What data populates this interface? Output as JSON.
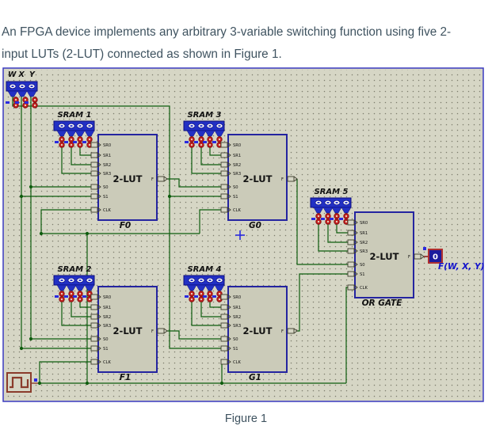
{
  "intro": {
    "text": "An FPGA device implements any arbitrary 3-variable switching function using five 2-input LUTs (2-LUT) connected as shown in Figure 1."
  },
  "caption": "Figure 1",
  "colors": {
    "canvas": "#d6d6c5",
    "grid_dot": "#7c7c6c",
    "border_blue": "#3a3ac0",
    "wire_green": "#0d5c0d",
    "block_fill": "#cbcbb9",
    "block_border": "#2424a0",
    "strip_blue": "#2230c4",
    "strip_border": "#0d0d7a",
    "pin_red": "#c42020",
    "pin_red_dark": "#801010",
    "pin_hole": "#e6dcc6",
    "terminal_outline": "#3d3d2d",
    "dark_red": "#8a3b2b",
    "signal_red": "#8a2020",
    "probe_fill": "#1b1b9c",
    "probe_border": "#b03030",
    "probe_text": "#ffffff",
    "label_blue": "#1212cc",
    "label_black": "#111111",
    "marker_blue": "#2a2ae0"
  },
  "schematic": {
    "input_terminals": [
      "W",
      "X",
      "Y"
    ],
    "pin_labels": [
      "SR0",
      "SR1",
      "SR2",
      "SR3",
      "S0",
      "S1",
      "CLK"
    ],
    "output_pin_label": "F",
    "block_title": "2-LUT",
    "luts": [
      {
        "id": "F0",
        "label": "F0",
        "sram": "SRAM 1"
      },
      {
        "id": "F1",
        "label": "F1",
        "sram": "SRAM 2"
      },
      {
        "id": "G0",
        "label": "G0",
        "sram": "SRAM 3"
      },
      {
        "id": "G1",
        "label": "G1",
        "sram": "SRAM 4"
      },
      {
        "id": "OR",
        "label": "OR GATE",
        "sram": "SRAM 5"
      }
    ],
    "probe": {
      "value": "0",
      "label": "F(W, X, Y)"
    },
    "clock_source": "pulse-generator"
  }
}
